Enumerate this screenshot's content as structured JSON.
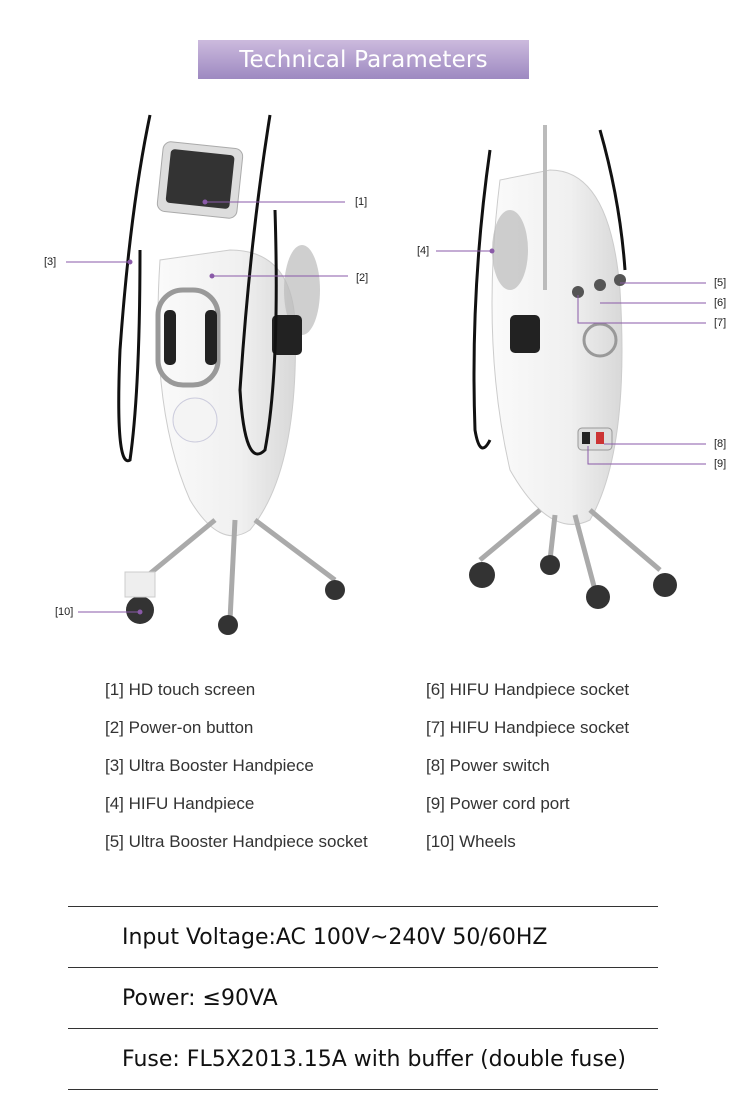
{
  "header": {
    "title": "Technical Parameters"
  },
  "callouts": [
    "[1]",
    "[2]",
    "[3]",
    "[4]",
    "[5]",
    "[6]",
    "[7]",
    "[8]",
    "[9]",
    "[10]"
  ],
  "legend": {
    "left": [
      "[1] HD touch screen",
      "[2] Power-on button",
      "[3] Ultra Booster Handpiece",
      "[4] HIFU Handpiece",
      "[5] Ultra Booster Handpiece socket"
    ],
    "right": [
      "[6] HIFU Handpiece socket",
      "[7] HIFU Handpiece socket",
      "[8] Power switch",
      "[9] Power cord port",
      "[10] Wheels"
    ]
  },
  "specs": [
    "Input Voltage:AC 100V~240V 50/60HZ",
    "Power: ≤90VA",
    "Fuse: FL5X2013.15A with buffer (double fuse)"
  ],
  "colors": {
    "accent": "#8a5aa8",
    "header_top": "#ccbadd",
    "header_bottom": "#9d89c1"
  }
}
